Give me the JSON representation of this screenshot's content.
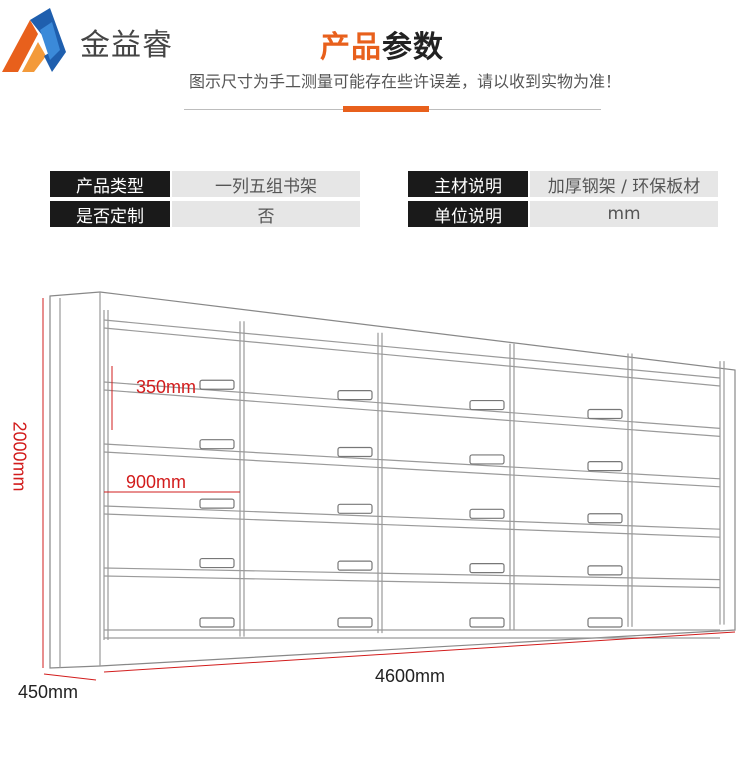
{
  "brand": {
    "name": "金益睿"
  },
  "header": {
    "title_accent": "产品",
    "title_rest": "参数",
    "subtitle": "图示尺寸为手工测量可能存在些许误差，请以收到实物为准！"
  },
  "specs": {
    "left": [
      {
        "label": "产品类型",
        "value": "一列五组书架"
      },
      {
        "label": "是否定制",
        "value": "否"
      }
    ],
    "right": [
      {
        "label": "主材说明",
        "value": "加厚钢架 / 环保板材"
      },
      {
        "label": "单位说明",
        "value": "mm"
      }
    ]
  },
  "dimensions": {
    "shelf_gap": "350mm",
    "unit_width": "900mm",
    "height": "2000mm",
    "depth": "450mm",
    "total_width": "4600mm"
  },
  "colors": {
    "accent": "#e8601c",
    "label_bg": "#1a1a1a",
    "value_bg": "#e6e6e6",
    "dim_red": "#d21c1c"
  }
}
